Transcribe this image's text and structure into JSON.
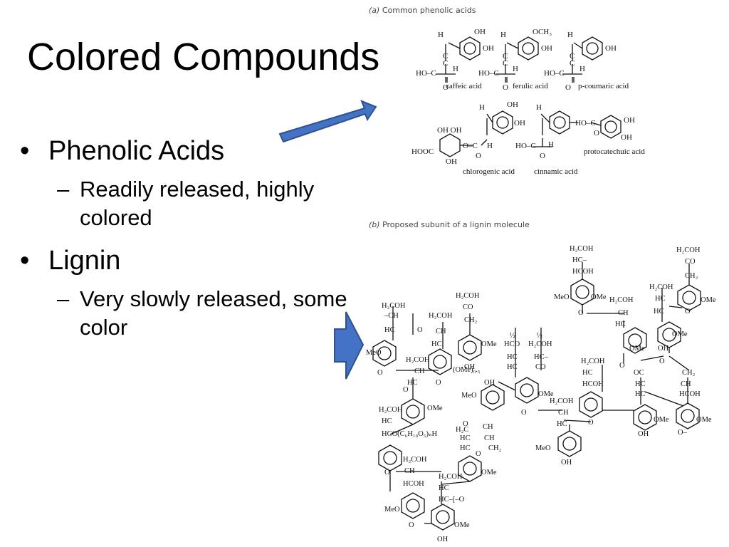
{
  "slide": {
    "title": "Colored Compounds",
    "bullets": [
      {
        "text": "Phenolic Acids",
        "sub": "Readily released, highly colored"
      },
      {
        "text": "Lignin",
        "sub": "Very slowly released, some color"
      }
    ],
    "bullet_glyph": "•",
    "dash_glyph": "–"
  },
  "figure_a": {
    "label": "(a)",
    "caption": "Common phenolic acids",
    "compounds": [
      "caffeic acid",
      "ferulic acid",
      "p-coumaric acid",
      "chlorogenic acid",
      "cinnamic acid",
      "protocatechuic acid"
    ]
  },
  "figure_b": {
    "label": "(b)",
    "caption": "Proposed subunit of a lignin molecule",
    "groups": [
      "H2COH",
      "CO",
      "CH2",
      "HC",
      "HCOH",
      "OMe",
      "MeO",
      "OH",
      "(OMe)0.5",
      "HCO(C6H10O5)nH",
      "OC"
    ]
  },
  "colors": {
    "arrow_fill": "#4472c4",
    "arrow_stroke": "#2f528f",
    "text": "#000000",
    "caption": "#444444"
  }
}
